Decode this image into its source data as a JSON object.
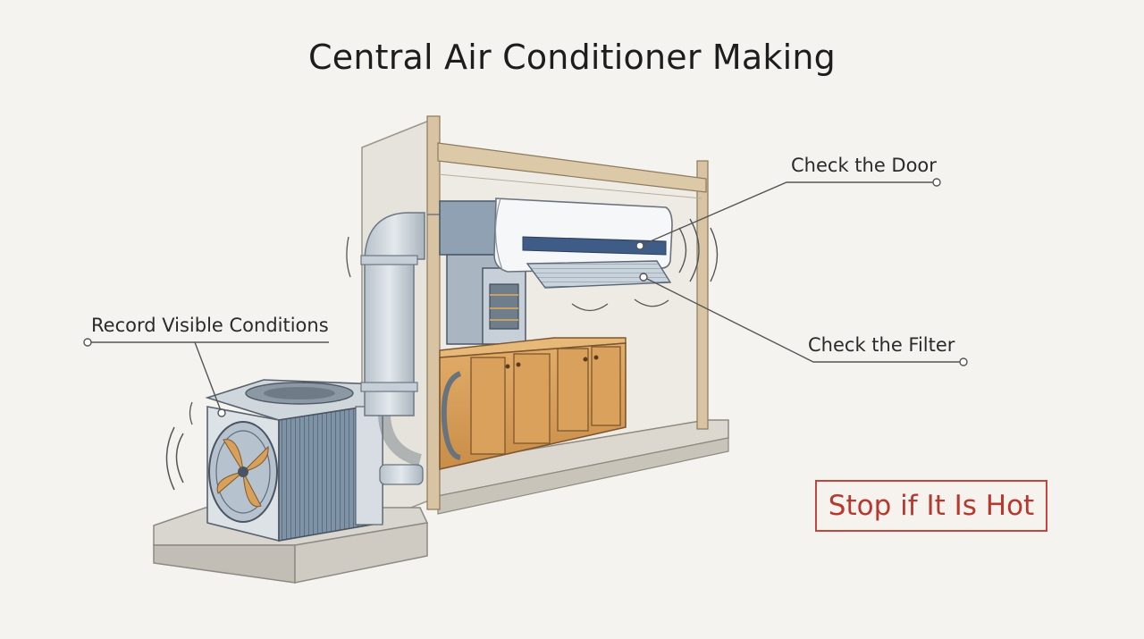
{
  "title": "Central Air Conditioner Making",
  "callouts": {
    "door": "Check the Door",
    "filter": "Check the Filter",
    "conditions": "Record Visible Conditions"
  },
  "warning": "Stop if It Is Hot",
  "colors": {
    "background": "#f4f3ef",
    "warning": "#c0463e",
    "cabinet": "#d9a15c",
    "condenser": "#8597a8",
    "leader_line": "#555555"
  }
}
